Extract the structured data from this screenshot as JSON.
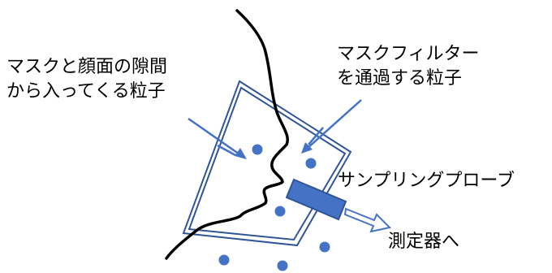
{
  "labels": {
    "leak": {
      "line1": "マスクと顔面の隙間",
      "line2": "から入ってくる粒子"
    },
    "filter": {
      "line1": "マスクフィルター",
      "line2": "を通過する粒子"
    },
    "probe": "サンプリングプローブ",
    "instrument": "測定器へ"
  },
  "colors": {
    "outline": "#2f5597",
    "accent": "#4472c4",
    "text": "#000000",
    "background": "#ffffff"
  },
  "icons": {
    "particle": "circle",
    "flow_arrow": "arrow-right-outline",
    "probe": "rectangle"
  }
}
